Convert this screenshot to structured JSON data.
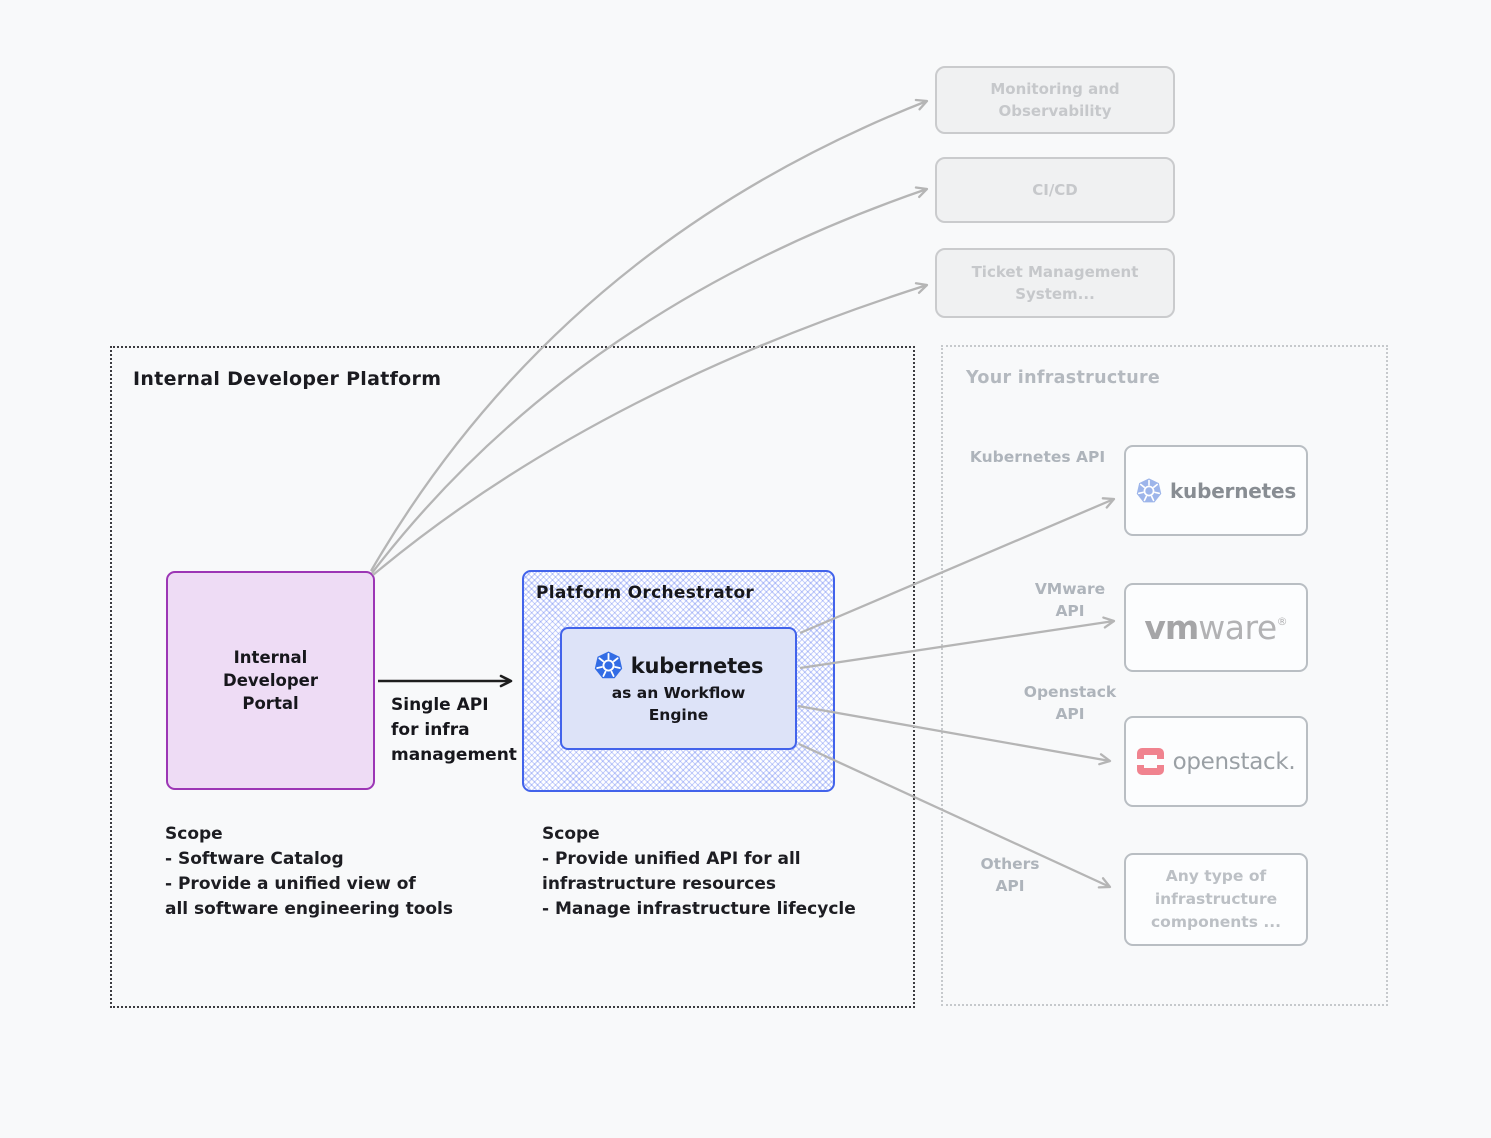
{
  "colors": {
    "background": "#f8f9fa",
    "portal_border": "#9c36b5",
    "portal_fill": "#eedcf5",
    "orchestrator_border": "#4263eb",
    "engine_fill": "#dde3f8",
    "kubernetes_blue": "#326ce5",
    "kubernetes_blue_faded": "#9db5ea",
    "openstack_red": "#f0838f",
    "arrow_gray": "#b5b5b5",
    "arrow_black": "#1e1e1e",
    "muted_text": "#b4b9bf"
  },
  "external_systems": [
    {
      "label": "Monitoring and Observability"
    },
    {
      "label": "CI/CD"
    },
    {
      "label": "Ticket Management System..."
    }
  ],
  "idp": {
    "title": "Internal Developer Platform",
    "portal": {
      "label": "Internal\nDeveloper\nPortal",
      "scope_title": "Scope",
      "scope_lines": [
        "- Software Catalog",
        "- Provide a unified view of",
        "all software engineering tools"
      ]
    },
    "api_arrow_label": "Single API\nfor infra\nmanagement",
    "orchestrator": {
      "title": "Platform Orchestrator",
      "engine_wordmark": "kubernetes",
      "engine_subtitle": "as an Workflow\nEngine",
      "scope_title": "Scope",
      "scope_lines": [
        "- Provide unified API for all",
        "infrastructure resources",
        "- Manage infrastructure lifecycle"
      ]
    }
  },
  "infrastructure": {
    "title": "Your infrastructure",
    "kubernetes": {
      "api_label": "Kubernetes API",
      "wordmark": "kubernetes"
    },
    "vmware": {
      "api_label": "VMware\nAPI",
      "wordmark_bold": "vm",
      "wordmark_light": "ware",
      "trademark": "®"
    },
    "openstack": {
      "api_label": "Openstack\nAPI",
      "wordmark": "openstack."
    },
    "others": {
      "api_label": "Others\nAPI",
      "box_label": "Any type of\ninfrastructure\ncomponents ..."
    }
  }
}
